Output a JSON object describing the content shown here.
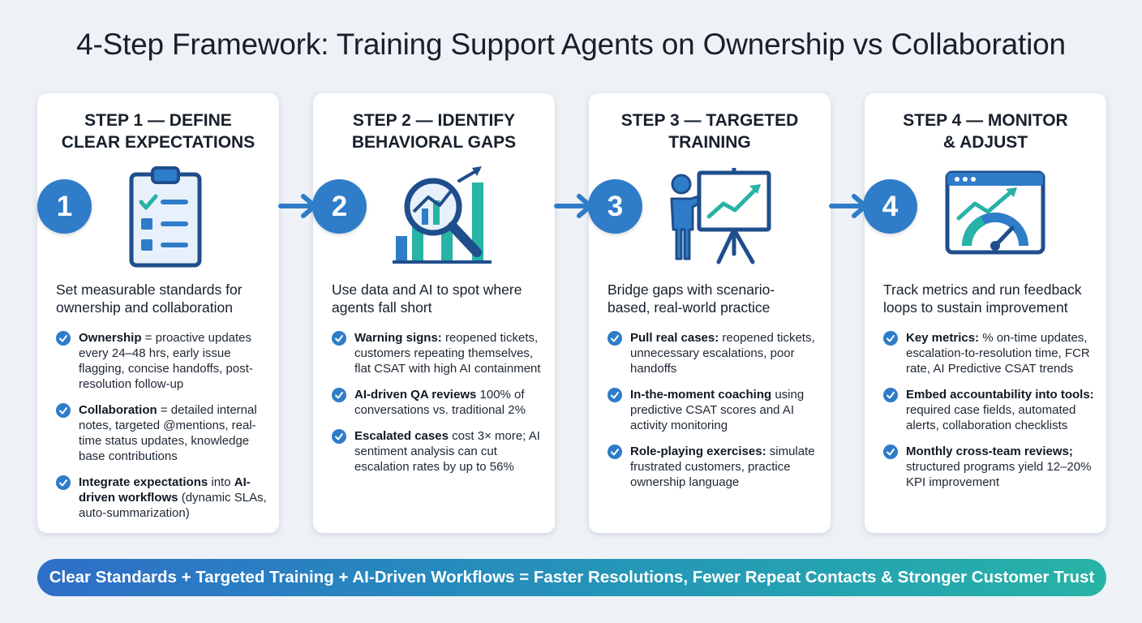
{
  "title": "4-Step Framework: Training Support Agents on Ownership vs Collaboration",
  "colors": {
    "primary": "#2f7cc9",
    "teal": "#27b3a6",
    "navy": "#1f4e8c"
  },
  "steps": [
    {
      "number": "1",
      "title": "STEP 1 — DEFINE\nCLEAR EXPECTATIONS",
      "icon": "clipboard-checklist-icon",
      "summary": "Set measurable standards for\nownership and collaboration",
      "bullets": [
        {
          "bold": "Ownership",
          "text": " = proactive updates every 24–48 hrs, early issue flagging, concise handoffs, post-resolution follow-up"
        },
        {
          "bold": "Collaboration",
          "text": " = detailed internal notes, targeted @mentions, real-time status updates, knowledge base contributions"
        },
        {
          "bold": "Integrate expectations",
          "text": " into",
          "bold2": "AI-driven workflows",
          "text2": " (dynamic SLAs, auto-summarization)"
        }
      ]
    },
    {
      "number": "2",
      "title": "STEP 2 — IDENTIFY\nBEHAVIORAL GAPS",
      "icon": "magnifier-chart-icon",
      "summary": "Use data and AI to spot where\nagents fall short",
      "bullets": [
        {
          "bold": "Warning signs:",
          "text": " reopened tickets, customers repeating themselves, flat CSAT with high AI containment"
        },
        {
          "bold": "AI-driven QA reviews",
          "text": " 100% of conversations vs. traditional 2%"
        },
        {
          "bold": "Escalated cases",
          "text": " cost 3× more; AI sentiment analysis can cut escalation rates by up to 56%"
        }
      ]
    },
    {
      "number": "3",
      "title": "STEP 3 — TARGETED\nTRAINING",
      "icon": "presenter-board-icon",
      "summary": "Bridge gaps with scenario-\nbased, real-world practice",
      "bullets": [
        {
          "bold": "Pull real cases:",
          "text": " reopened tickets, unnecessary escalations, poor handoffs"
        },
        {
          "bold": "In-the-moment coaching",
          "text": " using predictive CSAT scores and AI activity monitoring"
        },
        {
          "bold": "Role-playing exercises:",
          "text": " simulate frustrated customers, practice ownership language"
        }
      ]
    },
    {
      "number": "4",
      "title": "STEP 4 — MONITOR\n& ADJUST",
      "icon": "dashboard-gauge-icon",
      "summary": "Track metrics and run feedback\nloops to sustain improvement",
      "bullets": [
        {
          "bold": "Key metrics:",
          "text": " % on-time updates, escalation-to-resolution time, FCR rate, AI Predictive CSAT trends"
        },
        {
          "bold": "Embed accountability into tools:",
          "text": " required case fields, automated alerts, collaboration checklists"
        },
        {
          "bold": "Monthly cross-team reviews;",
          "text": " structured programs yield 12–20% KPI improvement"
        }
      ]
    }
  ],
  "banner": "Clear Standards + Targeted Training + AI-Driven Workflows = Faster Resolutions, Fewer Repeat Contacts & Stronger Customer Trust"
}
